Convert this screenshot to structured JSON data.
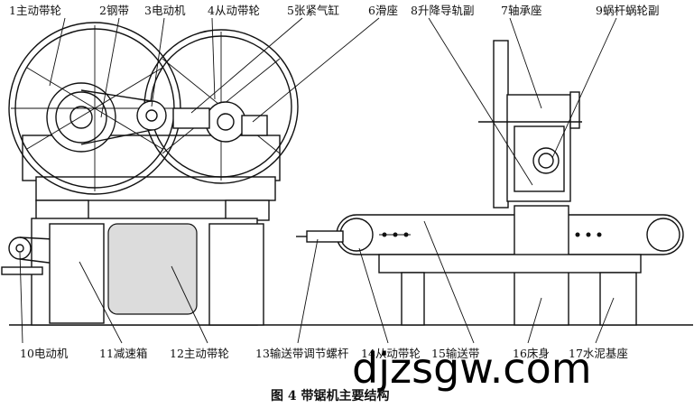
{
  "labels": {
    "l1": "1主动带轮",
    "l2": "2钢带",
    "l3": "3电动机",
    "l4": "4从动带轮",
    "l5": "5张紧气缸",
    "l6": "6滑座",
    "l8": "8升降导轨副",
    "l7": "7轴承座",
    "l9": "9蜗杆蜗轮副",
    "l10": "10电动机",
    "l11": "11减速箱",
    "l12": "12主动带轮",
    "l13": "13输送带调节螺杆",
    "l14": "14从动带轮",
    "l15": "15输送带",
    "l16": "16床身",
    "l17": "17水泥基座"
  },
  "watermark": "djzsgw.com",
  "caption": "图 4  带锯机主要结构"
}
